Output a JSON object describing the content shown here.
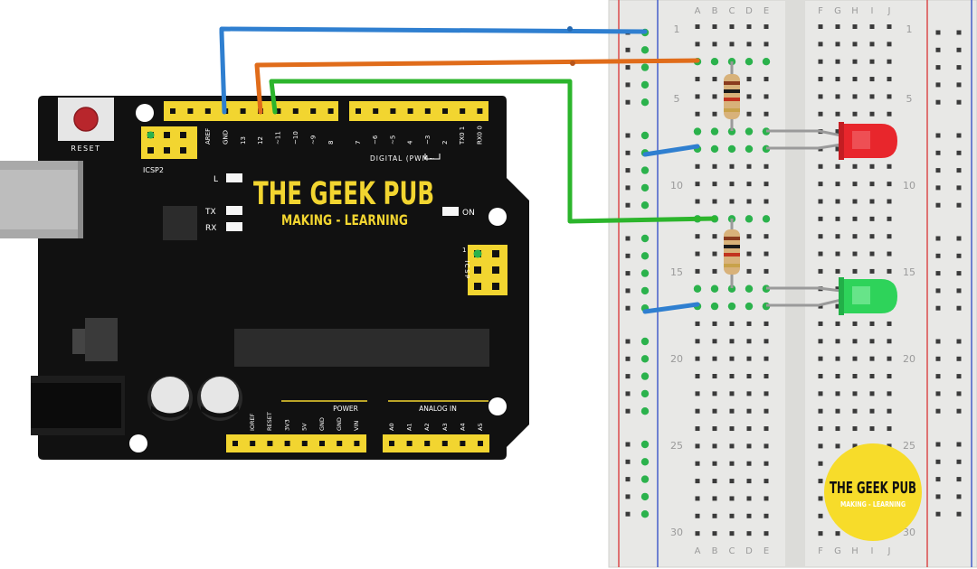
{
  "arduino": {
    "brand_title": "THE GEEK PUB",
    "brand_subtitle": "MAKING - LEARNING",
    "reset_label": "RESET",
    "icsp2_label": "ICSP2",
    "icsp_label": "ICSP",
    "icsp_pin1": "1",
    "led_l": "L",
    "led_tx": "TX",
    "led_rx": "RX",
    "led_on": "ON",
    "digital_label": "DIGITAL (PWM~",
    "digital_pins": [
      "AREF",
      "GND",
      "13",
      "12",
      "~11",
      "~10",
      "~9",
      "8",
      "7",
      "~6",
      "~5",
      "4",
      "~3",
      "2",
      "TX0 1",
      "RX0 0"
    ],
    "power_label": "POWER",
    "power_pins": [
      "IOREF",
      "RESET",
      "3V3",
      "5V",
      "GND",
      "GND",
      "VIN"
    ],
    "analog_label": "ANALOG IN",
    "analog_pins": [
      "A0",
      "A1",
      "A2",
      "A3",
      "A4",
      "A5"
    ]
  },
  "breadboard": {
    "columns_left": [
      "A",
      "B",
      "C",
      "D",
      "E"
    ],
    "columns_right": [
      "F",
      "G",
      "H",
      "I",
      "J"
    ],
    "row_numbers": [
      "1",
      "5",
      "10",
      "15",
      "20",
      "25",
      "30"
    ]
  },
  "wires": [
    {
      "name": "gnd-wire",
      "color": "#2f7fd0"
    },
    {
      "name": "pin12-wire",
      "color": "#e06c1a"
    },
    {
      "name": "pin11-wire",
      "color": "#2cb52c"
    }
  ],
  "leds": [
    {
      "name": "red-led",
      "color": "#e8262c"
    },
    {
      "name": "green-led",
      "color": "#2ed35a"
    }
  ],
  "logo": {
    "title": "THE GEEK PUB",
    "subtitle": "MAKING - LEARNING",
    "color": "#f7dc2a"
  }
}
